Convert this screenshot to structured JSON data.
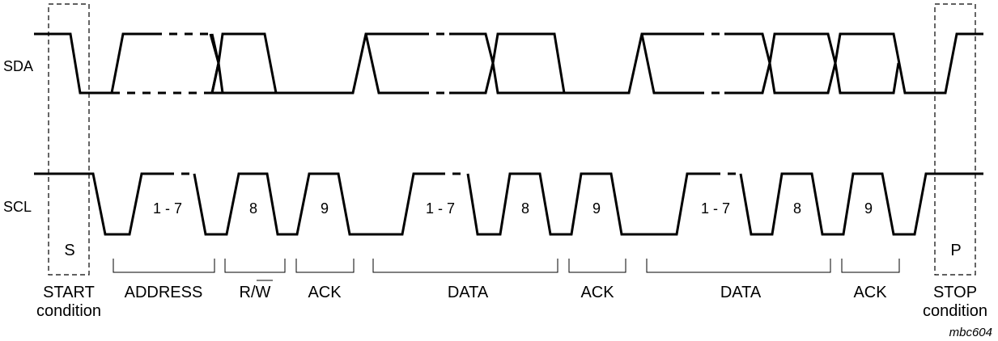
{
  "signals": {
    "sda": "SDA",
    "scl": "SCL"
  },
  "markers": {
    "start": "S",
    "stop": "P"
  },
  "clock_numbers": {
    "address_bits": "1 - 7",
    "rw_bit": "8",
    "ack1_bit": "9",
    "data1_bits": "1 - 7",
    "data1_last": "8",
    "ack2_bit": "9",
    "data2_bits": "1 - 7",
    "data2_last": "8",
    "ack3_bit": "9"
  },
  "labels": {
    "start_line1": "START",
    "start_line2": "condition",
    "address": "ADDRESS",
    "rw_r": "R/",
    "rw_w": "W",
    "ack1": "ACK",
    "data1": "DATA",
    "ack2": "ACK",
    "data2": "DATA",
    "ack3": "ACK",
    "stop_line1": "STOP",
    "stop_line2": "condition"
  },
  "reference": "mbc604"
}
